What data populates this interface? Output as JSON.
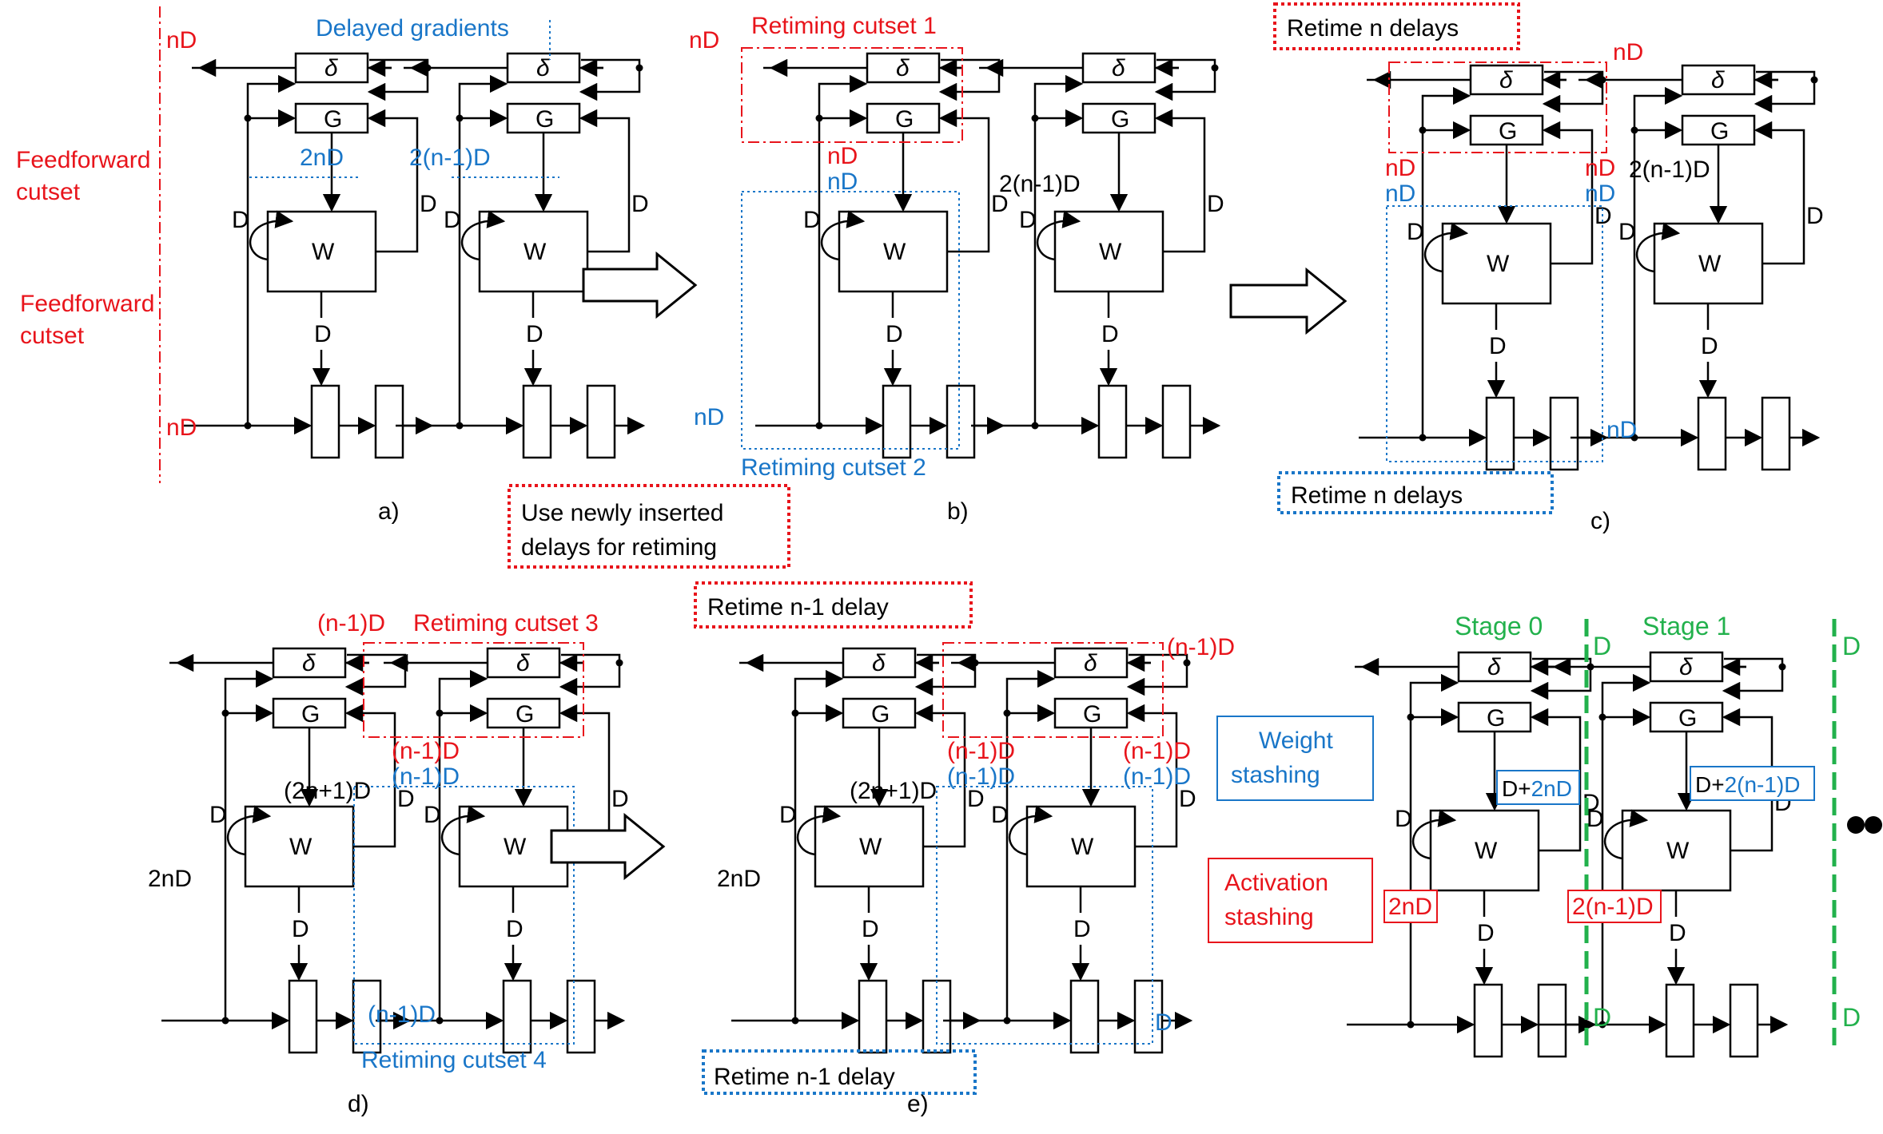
{
  "panel_a": {
    "top_label": "Delayed gradients",
    "nD_top": "nD",
    "nD_bottom": "nD",
    "feedforward_1": [
      "Feedforward",
      "cutset"
    ],
    "feedforward_2": [
      "Feedforward",
      "cutset"
    ],
    "delay_1": "2nD",
    "delay_2": "2(n-1)D",
    "caption": "a)"
  },
  "panel_b": {
    "cutset1": "Retiming cutset 1",
    "cutset2": "Retiming cutset 2",
    "nD_red": "nD",
    "nD_blue": "nD",
    "nD_left": "nD",
    "nD_bottom": "nD",
    "delay_2": "2(n-1)D",
    "caption": "b)"
  },
  "note_center": [
    "Use newly inserted",
    "delays for retiming"
  ],
  "panel_c": {
    "retime_top": "Retime n delays",
    "retime_bottom": "Retime n delays",
    "nD_top": "nD",
    "nD_red_left": "nD",
    "nD_red_right": "nD",
    "nD_blue_left": "nD",
    "nD_blue_right": "nD",
    "nD_bottom": "nD",
    "delay_2": "2(n-1)D",
    "caption": "c)"
  },
  "panel_d": {
    "cutset3": "Retiming cutset 3",
    "cutset4": "Retiming cutset 4",
    "n1D_top": "(n-1)D",
    "n1D_red": "(n-1)D",
    "n1D_blue": "(n-1)D",
    "n1D_bottom": "(n-1)D",
    "delay_left": "2nD",
    "delay_mid": "(2n+1)D",
    "caption": "d)"
  },
  "panel_e": {
    "retime_top": "Retime n-1 delay",
    "retime_bottom": "Retime n-1 delay",
    "n1D_top": "(n-1)D",
    "n1D_red_left": "(n-1)D",
    "n1D_red_right": "(n-1)D",
    "n1D_blue_left": "(n-1)D",
    "n1D_blue_right": "(n-1)D",
    "delay_left": "2nD",
    "delay_mid": "(2n+1)D",
    "caption": "e)"
  },
  "legend": {
    "weight": [
      "Weight",
      "stashing"
    ],
    "activation": [
      "Activation",
      "stashing"
    ]
  },
  "panel_f": {
    "stage0": "Stage 0",
    "stage1": "Stage 1",
    "ws0_prefix": "D+",
    "ws0_value": "2nD",
    "ws1_prefix": "D+",
    "ws1_value": "2(n-1)D",
    "as0": "2nD",
    "as1": "2(n-1)D"
  },
  "symbols": {
    "delta": "δ",
    "G": "G",
    "W": "W",
    "D": "D"
  },
  "colors": {
    "red": "#e8141b",
    "blue": "#1976c8",
    "green": "#22b14c",
    "black": "#000000"
  }
}
